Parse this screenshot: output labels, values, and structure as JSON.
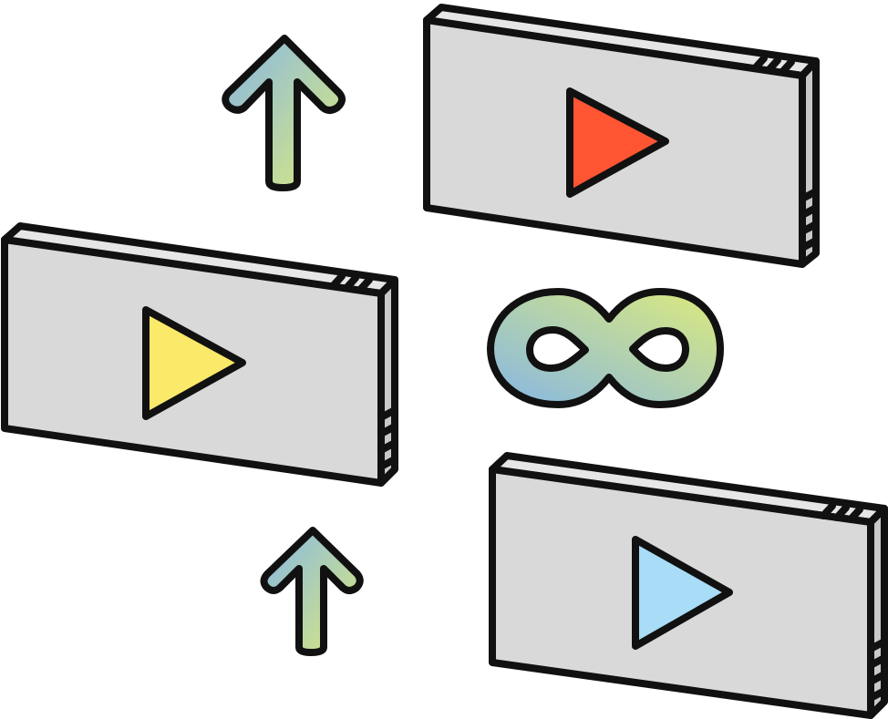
{
  "illustration": {
    "kind": "endless-video-feed",
    "colors": {
      "outline": "#111111",
      "panel_face": "#d9d9d9",
      "panel_top": "#e6e6e6",
      "panel_side": "#c9c9c9",
      "play_top_right": "#ff5533",
      "play_middle_left": "#fbe96a",
      "play_bottom_right": "#a8dcf7",
      "gradient_blue": "#86b7e4",
      "gradient_green": "#dcea7c"
    },
    "elements": [
      {
        "name": "video-panel-top-right",
        "icon": "play-icon",
        "play_color": "play_top_right"
      },
      {
        "name": "video-panel-middle-left",
        "icon": "play-icon",
        "play_color": "play_middle_left"
      },
      {
        "name": "video-panel-bottom-right",
        "icon": "play-icon",
        "play_color": "play_bottom_right"
      },
      {
        "name": "arrow-up-top",
        "icon": "arrow-up-icon"
      },
      {
        "name": "arrow-up-bottom",
        "icon": "arrow-up-icon"
      },
      {
        "name": "infinity-symbol",
        "icon": "infinity-icon"
      }
    ]
  }
}
